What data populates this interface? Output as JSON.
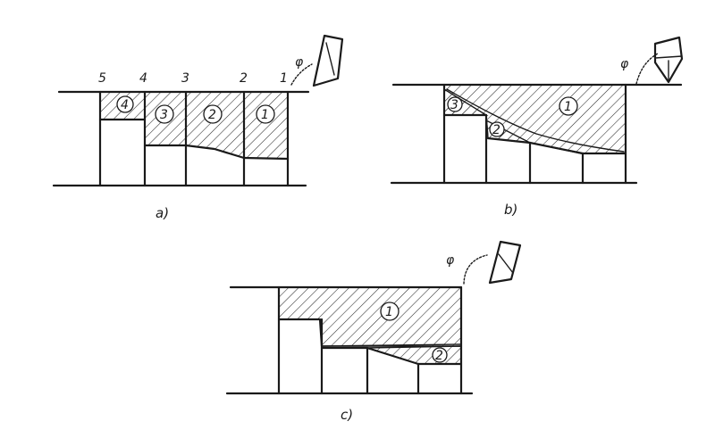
{
  "diagram_a": {
    "caption": "a)",
    "positions": [
      "5",
      "4",
      "3",
      "2",
      "1"
    ],
    "zones": [
      "4",
      "3",
      "2",
      "1"
    ],
    "angle": "φ"
  },
  "diagram_b": {
    "caption": "b)",
    "zones": [
      "3",
      "2",
      "1"
    ],
    "angle": "φ"
  },
  "diagram_c": {
    "caption": "c)",
    "zones": [
      "1",
      "2"
    ],
    "angle": "φ"
  }
}
